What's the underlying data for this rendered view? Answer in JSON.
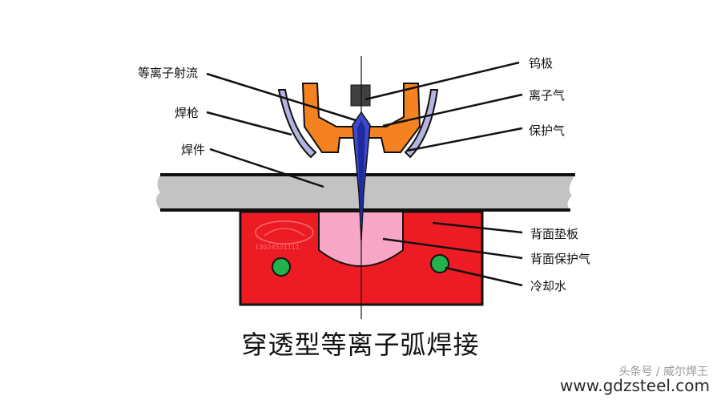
{
  "labels": {
    "plasma_jet": "等离子射流",
    "torch": "焊枪",
    "workpiece": "焊件",
    "tungsten": "钨极",
    "ion_gas": "离子气",
    "shield_gas": "保护气",
    "backing_plate": "背面垫板",
    "back_shield_gas": "背面保护气",
    "cooling_water": "冷却水"
  },
  "title": "穿透型等离子弧焊接",
  "watermark": {
    "source": "头条号 / 威尔焊王",
    "site": "www.gdzsteel.com",
    "stamp_text": "13024531111"
  },
  "colors": {
    "torch_orange": "#f58220",
    "backing_red": "#ed1c24",
    "back_gas_pink": "#f7a6c6",
    "workpiece_gray": "#c3c3c3",
    "plasma_blue": "#3f48cc",
    "cooling_green": "#22b14c",
    "shield_nozzle_lavender": "#b4b4e0",
    "tungsten_gray": "#404040"
  }
}
